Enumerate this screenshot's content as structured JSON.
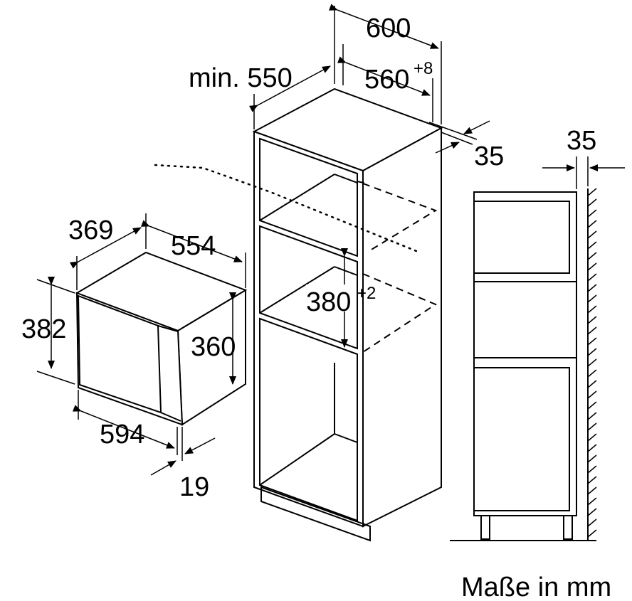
{
  "dimensions": {
    "cabinet_width": "600",
    "cabinet_min_depth": "min. 550",
    "niche_width": "560",
    "niche_width_tolerance": "+8",
    "rear_gap_front": "35",
    "niche_height": "380",
    "niche_height_tolerance": "+2",
    "appliance_depth": "369",
    "appliance_width_top": "554",
    "appliance_total_height": "382",
    "appliance_body_height": "360",
    "appliance_width": "594",
    "front_thickness": "19",
    "side_wall_gap": "35"
  },
  "units_note": "Maße in mm",
  "colors": {
    "line": "#000000",
    "background": "#ffffff"
  }
}
